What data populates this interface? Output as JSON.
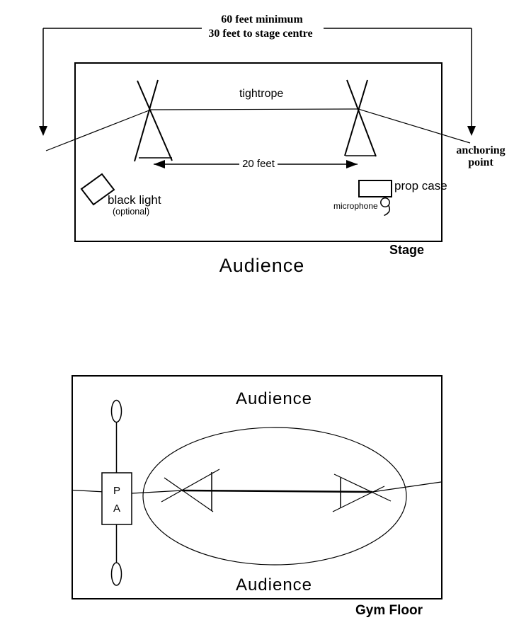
{
  "ink_color": "#000000",
  "background_color": "#ffffff",
  "stage_diagram": {
    "dim_top": "60 feet minimum",
    "dim_bottom": "30 feet to stage centre",
    "tightrope_label": "tightrope",
    "span_label": "20 feet",
    "anchoring_line1": "anchoring",
    "anchoring_line2": "point",
    "black_light_label": "black light",
    "black_light_note": "(optional)",
    "prop_case_label": "prop case",
    "microphone_label": "microphone",
    "stage_label": "Stage",
    "audience_label": "Audience"
  },
  "gym_diagram": {
    "audience_top": "Audience",
    "audience_bottom": "Audience",
    "pa_letter_1": "P",
    "pa_letter_2": "A",
    "gym_floor_label": "Gym Floor"
  }
}
